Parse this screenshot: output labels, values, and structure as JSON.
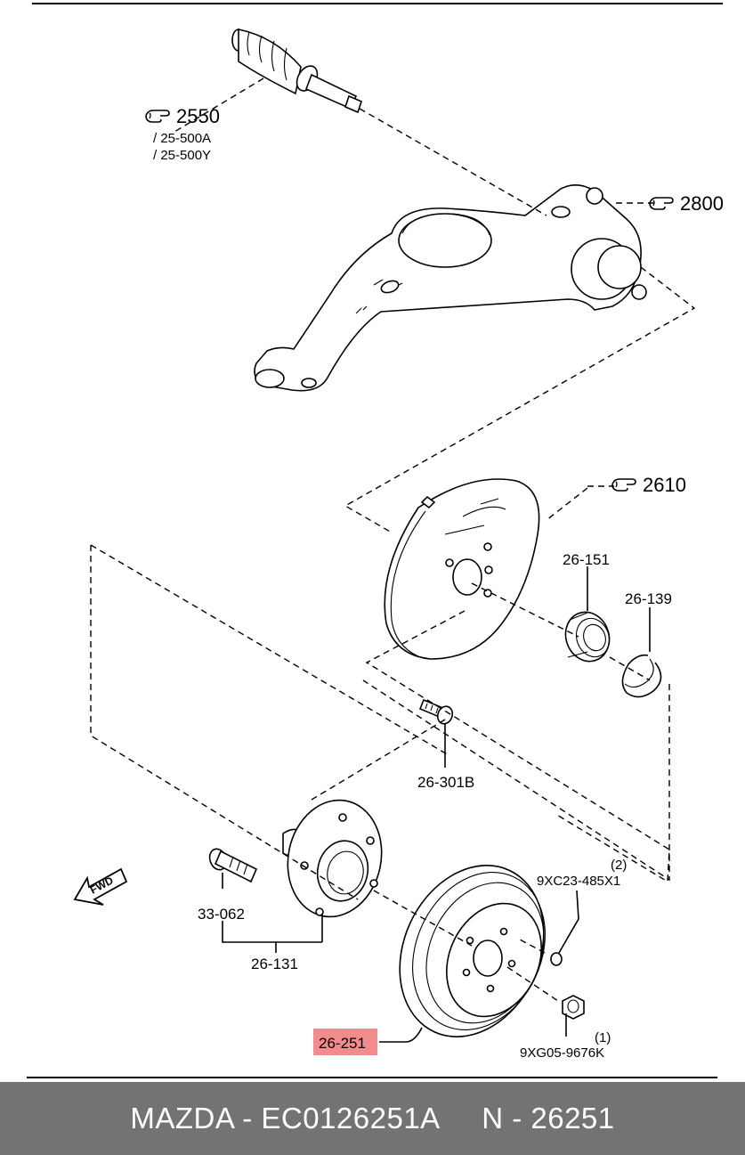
{
  "callouts": {
    "ref_2550": "2550",
    "ref_25_500A": "/ 25-500A",
    "ref_25_500Y": "/ 25-500Y",
    "ref_2800": "2800",
    "ref_2610": "2610"
  },
  "parts": {
    "p26_151": "26-151",
    "p26_139": "26-139",
    "p26_301B": "26-301B",
    "p33_062": "33-062",
    "p26_131": "26-131",
    "p9XC23": "9XC23-485X1",
    "p9XC23_qty": "(2)",
    "p26_251": "26-251",
    "p9XG05": "9XG05-9676K",
    "p9XG05_qty": "(1)"
  },
  "fwd_label": "FWD",
  "colors": {
    "highlight": "#f28b8b",
    "footer_bg": "#737373",
    "footer_text": "#ffffff"
  },
  "icons": [
    "hand-pointer-icon",
    "fwd-arrow-icon"
  ],
  "footer": {
    "brand": "MAZDA",
    "part_number": "EC0126251A",
    "short_number": "N - 26251"
  }
}
